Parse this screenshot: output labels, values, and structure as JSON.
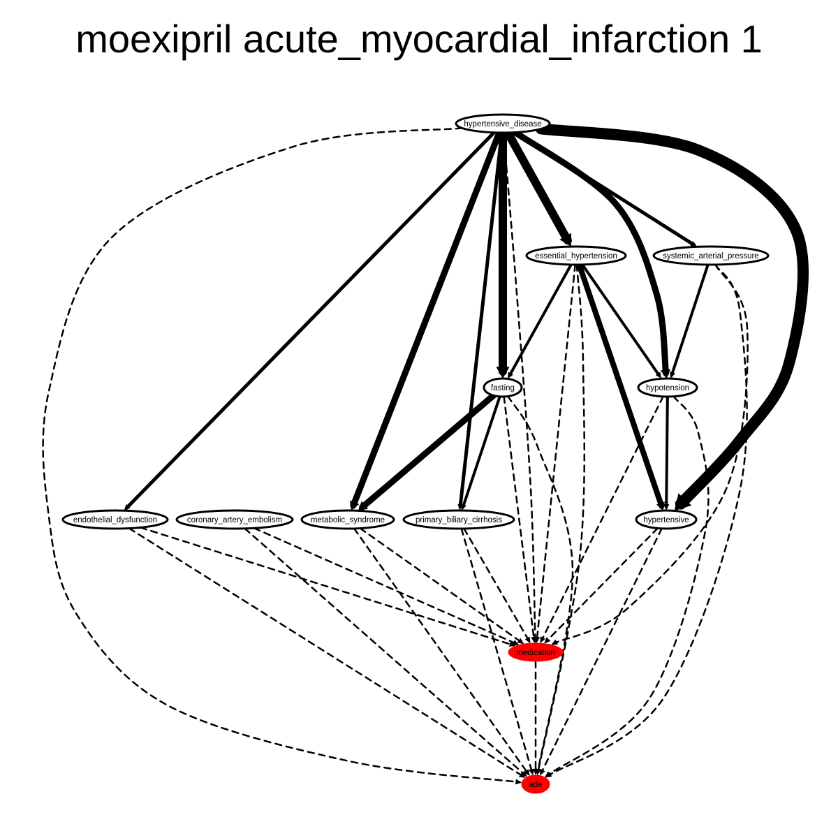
{
  "title": "moexipril acute_myocardial_infarction 1",
  "nodes": [
    {
      "id": "hypertensive_disease",
      "label": "hypertensive_disease",
      "fill": "#ffffff"
    },
    {
      "id": "essential_hypertension",
      "label": "essential_hypertension",
      "fill": "#ffffff"
    },
    {
      "id": "systemic_arterial_pressure",
      "label": "systemic_arterial_pressure",
      "fill": "#ffffff"
    },
    {
      "id": "fasting",
      "label": "fasting",
      "fill": "#ffffff"
    },
    {
      "id": "hypotension",
      "label": "hypotension",
      "fill": "#ffffff"
    },
    {
      "id": "endothelial_dysfunction",
      "label": "endothelial_dysfunction",
      "fill": "#ffffff"
    },
    {
      "id": "coronary_artery_embolism",
      "label": "coronary_artery_embolism",
      "fill": "#ffffff"
    },
    {
      "id": "metabolic_syndrome",
      "label": "metabolic_syndrome",
      "fill": "#ffffff"
    },
    {
      "id": "primary_biliary_cirrhosis",
      "label": "primary_biliary_cirrhosis",
      "fill": "#ffffff"
    },
    {
      "id": "hypertensive",
      "label": "hypertensive",
      "fill": "#ffffff"
    },
    {
      "id": "medication",
      "label": "medication",
      "fill": "#ff0000"
    },
    {
      "id": "ade",
      "label": "ade",
      "fill": "#ff0000"
    }
  ],
  "edges": [
    {
      "from": "hypertensive_disease",
      "to": "endothelial_dysfunction",
      "style": "solid",
      "weight": 5
    },
    {
      "from": "hypertensive_disease",
      "to": "metabolic_syndrome",
      "style": "solid",
      "weight": 9
    },
    {
      "from": "hypertensive_disease",
      "to": "primary_biliary_cirrhosis",
      "style": "solid",
      "weight": 5
    },
    {
      "from": "hypertensive_disease",
      "to": "fasting",
      "style": "solid",
      "weight": 12
    },
    {
      "from": "hypertensive_disease",
      "to": "essential_hypertension",
      "style": "solid",
      "weight": 12
    },
    {
      "from": "hypertensive_disease",
      "to": "hypotension",
      "style": "solid",
      "weight": 9
    },
    {
      "from": "hypertensive_disease",
      "to": "systemic_arterial_pressure",
      "style": "solid",
      "weight": 5
    },
    {
      "from": "hypertensive_disease",
      "to": "hypertensive",
      "style": "solid",
      "weight": 16
    },
    {
      "from": "hypertensive_disease",
      "to": "ade",
      "style": "dashed",
      "weight": 2.5
    },
    {
      "from": "hypertensive_disease",
      "to": "medication",
      "style": "dashed",
      "weight": 2.5
    },
    {
      "from": "essential_hypertension",
      "to": "fasting",
      "style": "solid",
      "weight": 4
    },
    {
      "from": "essential_hypertension",
      "to": "hypotension",
      "style": "solid",
      "weight": 4
    },
    {
      "from": "essential_hypertension",
      "to": "hypertensive",
      "style": "solid",
      "weight": 8
    },
    {
      "from": "essential_hypertension",
      "to": "medication",
      "style": "dashed",
      "weight": 2.5
    },
    {
      "from": "essential_hypertension",
      "to": "ade",
      "style": "dashed",
      "weight": 2.5
    },
    {
      "from": "systemic_arterial_pressure",
      "to": "hypotension",
      "style": "solid",
      "weight": 4
    },
    {
      "from": "systemic_arterial_pressure",
      "to": "medication",
      "style": "dashed",
      "weight": 2.5
    },
    {
      "from": "systemic_arterial_pressure",
      "to": "ade",
      "style": "dashed",
      "weight": 2.5
    },
    {
      "from": "fasting",
      "to": "metabolic_syndrome",
      "style": "solid",
      "weight": 9
    },
    {
      "from": "fasting",
      "to": "primary_biliary_cirrhosis",
      "style": "solid",
      "weight": 4
    },
    {
      "from": "fasting",
      "to": "medication",
      "style": "dashed",
      "weight": 2.5
    },
    {
      "from": "fasting",
      "to": "ade",
      "style": "dashed",
      "weight": 2.5
    },
    {
      "from": "hypotension",
      "to": "hypertensive",
      "style": "solid",
      "weight": 4
    },
    {
      "from": "hypotension",
      "to": "medication",
      "style": "dashed",
      "weight": 2.5
    },
    {
      "from": "hypotension",
      "to": "ade",
      "style": "dashed",
      "weight": 2.5
    },
    {
      "from": "endothelial_dysfunction",
      "to": "medication",
      "style": "dashed",
      "weight": 2.5
    },
    {
      "from": "endothelial_dysfunction",
      "to": "ade",
      "style": "dashed",
      "weight": 2.5
    },
    {
      "from": "coronary_artery_embolism",
      "to": "medication",
      "style": "dashed",
      "weight": 2.5
    },
    {
      "from": "coronary_artery_embolism",
      "to": "ade",
      "style": "dashed",
      "weight": 2.5
    },
    {
      "from": "metabolic_syndrome",
      "to": "medication",
      "style": "dashed",
      "weight": 2.5
    },
    {
      "from": "metabolic_syndrome",
      "to": "ade",
      "style": "dashed",
      "weight": 2.5
    },
    {
      "from": "primary_biliary_cirrhosis",
      "to": "medication",
      "style": "dashed",
      "weight": 2.5
    },
    {
      "from": "primary_biliary_cirrhosis",
      "to": "ade",
      "style": "dashed",
      "weight": 2.5
    },
    {
      "from": "hypertensive",
      "to": "medication",
      "style": "dashed",
      "weight": 2.5
    },
    {
      "from": "hypertensive",
      "to": "ade",
      "style": "dashed",
      "weight": 2.5
    },
    {
      "from": "medication",
      "to": "ade",
      "style": "dashed",
      "weight": 2.5
    }
  ]
}
